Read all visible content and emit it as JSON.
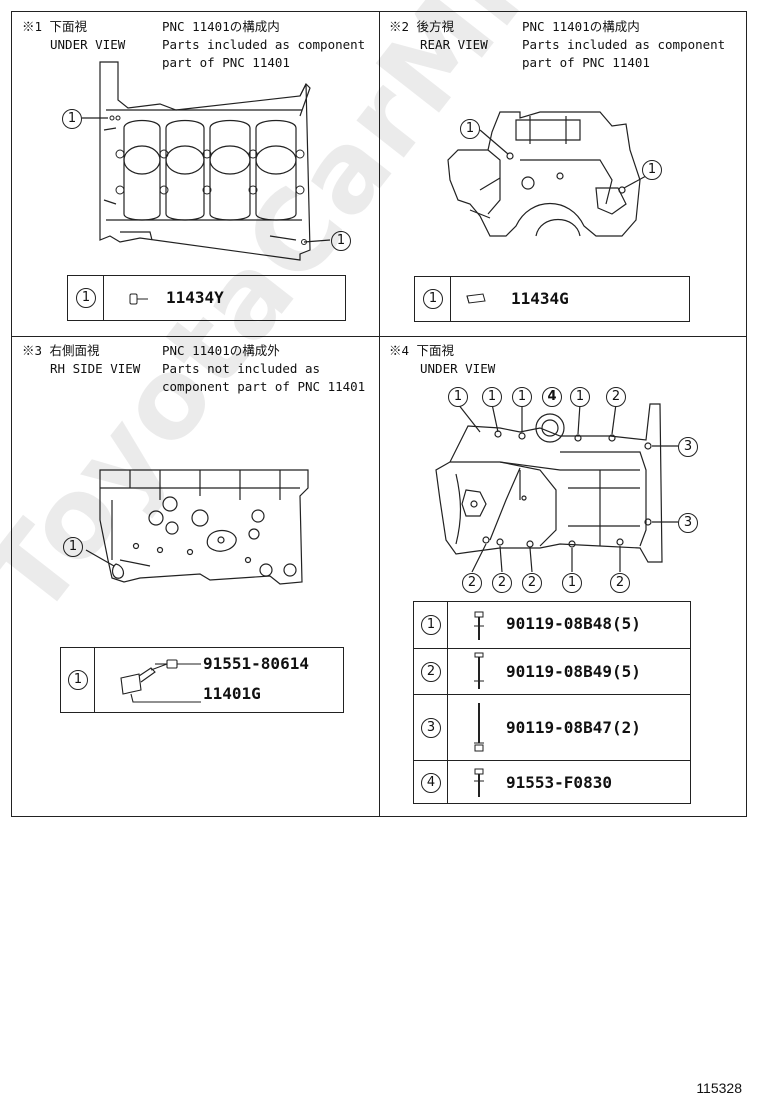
{
  "panels": {
    "p1": {
      "tag": "※1 下面視",
      "view": "UNDER VIEW",
      "pnc": "PNC 11401の構成内",
      "desc1": "Parts included as component",
      "desc2": "part of PNC 11401",
      "callouts": [
        "1",
        "1"
      ],
      "row_num": "1",
      "part": "11434Y"
    },
    "p2": {
      "tag": "※2 後方視",
      "view": "REAR VIEW",
      "pnc": "PNC 11401の構成内",
      "desc1": "Parts included as component",
      "desc2": "part of PNC 11401",
      "callouts": [
        "1",
        "1"
      ],
      "row_num": "1",
      "part": "11434G"
    },
    "p3": {
      "tag": "※3 右側面視",
      "view": "RH SIDE VIEW",
      "pnc": "PNC 11401の構成外",
      "desc1": "Parts not included as",
      "desc2": "component part of PNC 11401",
      "callouts": [
        "1"
      ],
      "row_num": "1",
      "part_a": "91551-80614",
      "part_b": "11401G"
    },
    "p4": {
      "tag": "※4 下面視",
      "view": "UNDER VIEW",
      "callouts_top": [
        "1",
        "1",
        "1",
        "4",
        "1",
        "2"
      ],
      "callouts_right": [
        "3",
        "3"
      ],
      "callouts_bottom": [
        "2",
        "2",
        "2",
        "1",
        "2"
      ],
      "rows": [
        {
          "num": "1",
          "part": "90119-08B48(5)"
        },
        {
          "num": "2",
          "part": "90119-08B49(5)"
        },
        {
          "num": "3",
          "part": "90119-08B47(2)"
        },
        {
          "num": "4",
          "part": "91553-F0830"
        }
      ]
    }
  },
  "watermark": "ToyotaCarMine.ru",
  "doc_id": "115328"
}
